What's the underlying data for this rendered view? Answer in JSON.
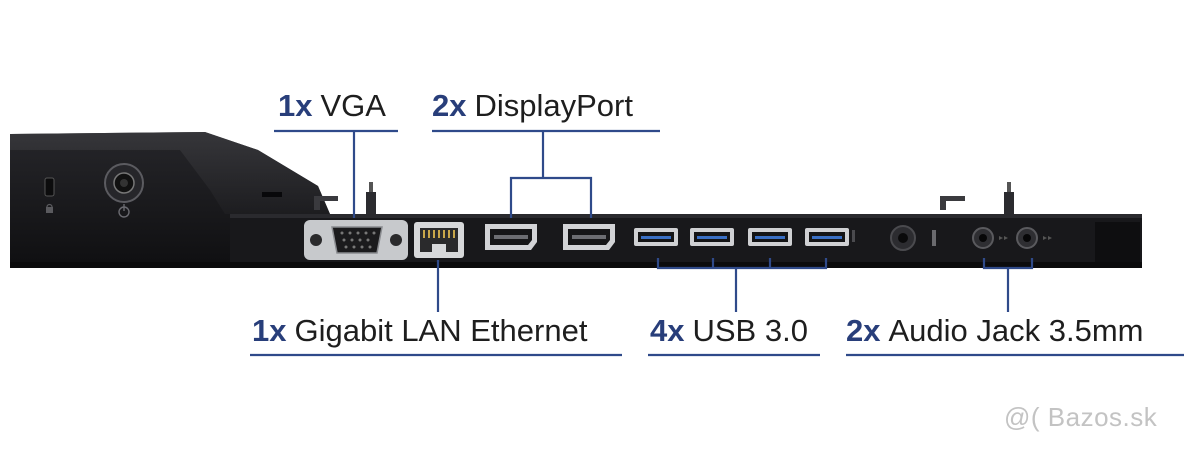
{
  "labels": {
    "vga": {
      "count": "1x",
      "name": "VGA"
    },
    "displayport": {
      "count": "2x",
      "name": "DisplayPort"
    },
    "lan": {
      "count": "1x",
      "name": "Gigabit LAN Ethernet"
    },
    "usb": {
      "count": "4x",
      "name": "USB 3.0"
    },
    "audio": {
      "count": "2x",
      "name": "Audio Jack 3.5mm"
    }
  },
  "watermark": "@( Bazos.sk",
  "colors": {
    "count_text": "#283e7a",
    "callout_line": "#2f4a8a",
    "body_text": "#1e1e1e",
    "dock_body": "#1c1c1e",
    "dock_front": "#141416",
    "watermark": "#c3c3c3"
  },
  "icons": [
    "lock-icon",
    "power-button-icon",
    "vga-port-icon",
    "ethernet-port-icon",
    "displayport-icon",
    "usb-port-icon",
    "dc-power-jack-icon",
    "audio-jack-icon"
  ]
}
